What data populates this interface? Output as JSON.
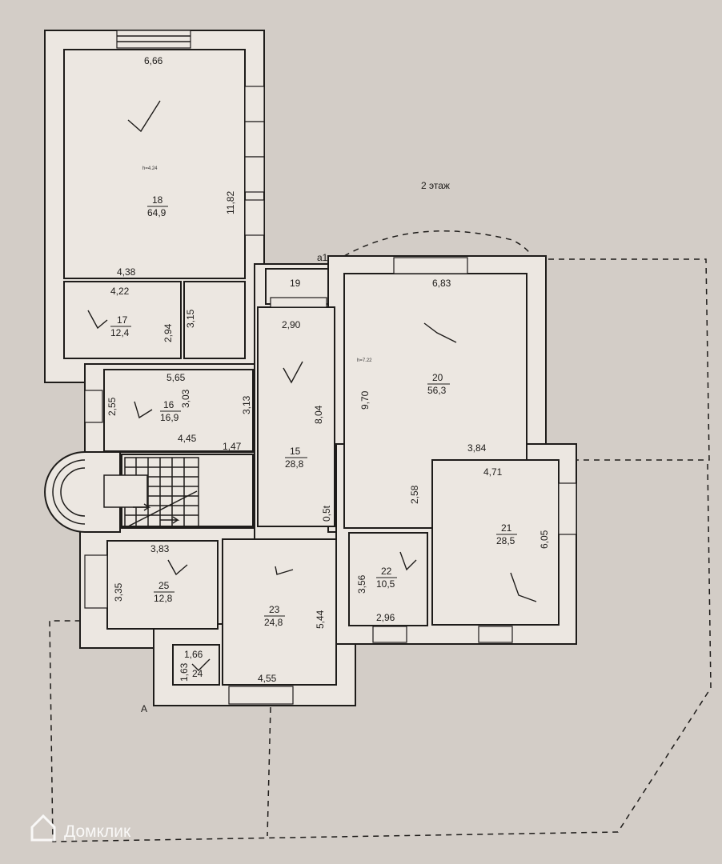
{
  "plan": {
    "floor_label": "2 этаж",
    "height_notes": [
      "h=4.24",
      "h=7.22"
    ],
    "axis_marks": [
      "a1",
      "A"
    ],
    "rooms": [
      {
        "id": "room-18",
        "number": "18",
        "area": "64,9"
      },
      {
        "id": "room-17",
        "number": "17",
        "area": "12,4"
      },
      {
        "id": "room-16",
        "number": "16",
        "area": "16,9"
      },
      {
        "id": "room-15",
        "number": "15",
        "area": "28,8"
      },
      {
        "id": "room-19",
        "number": "19",
        "area": ""
      },
      {
        "id": "room-20",
        "number": "20",
        "area": "56,3"
      },
      {
        "id": "room-21",
        "number": "21",
        "area": "28,5"
      },
      {
        "id": "room-22",
        "number": "22",
        "area": "10,5"
      },
      {
        "id": "room-23",
        "number": "23",
        "area": "24,8"
      },
      {
        "id": "room-25",
        "number": "25",
        "area": "12,8"
      },
      {
        "id": "room-24",
        "number": "24",
        "area": ""
      }
    ],
    "dimensions": [
      "6,66",
      "11,82",
      "4,38",
      "4,22",
      "2,94",
      "3,15",
      "5,65",
      "2,55",
      "3,03",
      "3,13",
      "4,45",
      "1,47",
      "2,90",
      "8,04",
      "0,5t",
      "6,83",
      "9,70",
      "3,84",
      "4,71",
      "2,58",
      "6,05",
      "3,56",
      "2,96",
      "3,83",
      "3,35",
      "5,44",
      "4,55",
      "1,66",
      "1,63"
    ]
  },
  "watermark": {
    "text": "Домклик"
  }
}
